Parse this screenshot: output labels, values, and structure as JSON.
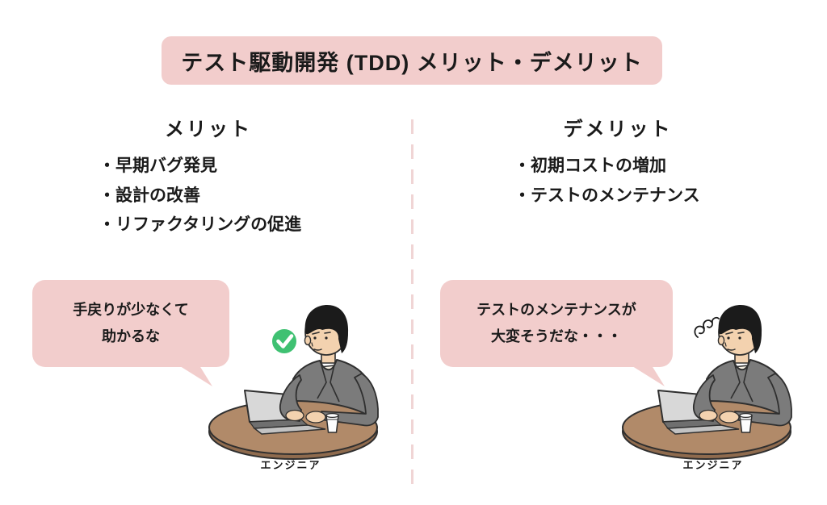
{
  "title": "テスト駆動開発 (TDD) メリット・デメリット",
  "columns": {
    "merit": {
      "header": "メリット",
      "items": [
        "・早期バグ発見",
        "・設計の改善",
        "・リファクタリングの促進"
      ],
      "bubble": {
        "line1": "手戻りが少なくて",
        "line2": "助かるな"
      },
      "status_icon": "check-circle-icon",
      "caption": "エンジニア"
    },
    "demerit": {
      "header": "デメリット",
      "items": [
        "・初期コストの増加",
        "・テストのメンテナンス"
      ],
      "bubble": {
        "line1": "テストのメンテナンスが",
        "line2": "大変そうだな・・・"
      },
      "status_icon": "frustration-scribble-icon",
      "caption": "エンジニア"
    }
  },
  "colors": {
    "panel_pink": "#f2cdcc",
    "divider_pink": "#f0d5d5",
    "check_green": "#3fc172",
    "table_brown": "#b18a69",
    "jacket_gray": "#7b7b7b",
    "text_black": "#1a1a1a"
  }
}
